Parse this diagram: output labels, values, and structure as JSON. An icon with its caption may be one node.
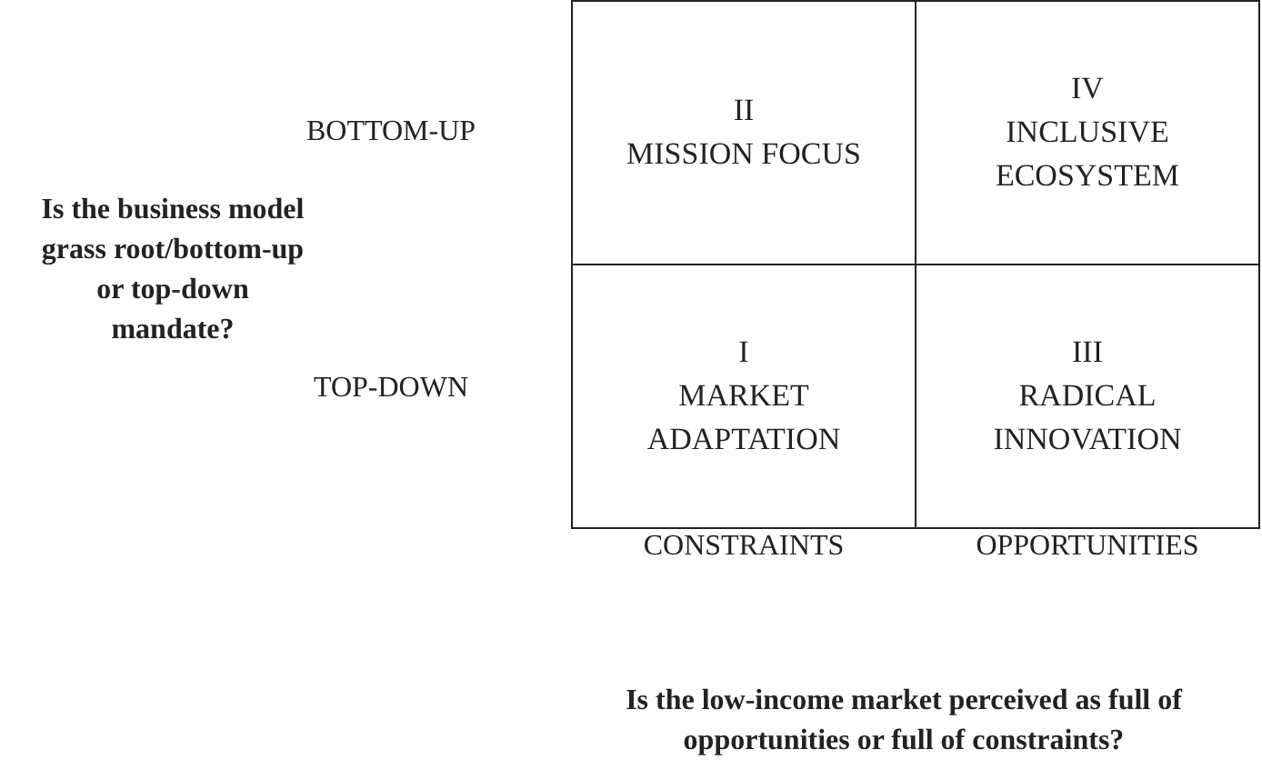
{
  "diagram": {
    "nodes": [
      {
        "text": [
          "II",
          "MISSION FOCUS"
        ]
      },
      {
        "text": [
          "IV",
          "INCLUSIVE ECOSYSTEM"
        ]
      },
      {
        "text": [
          "I",
          "MARKET ADAPTATION"
        ]
      },
      {
        "text": [
          "III",
          "RADICAL INNOVATION"
        ]
      }
    ],
    "edges": [],
    "labels": [
      "Is the business model grass root/bottom-up or top-down mandate?",
      "BOTTOM-UP",
      "TOP-DOWN",
      "CONSTRAINTS",
      "OPPORTUNITIES",
      "Is the low-income market perceived as full of opportunities or full of constraints?"
    ]
  }
}
